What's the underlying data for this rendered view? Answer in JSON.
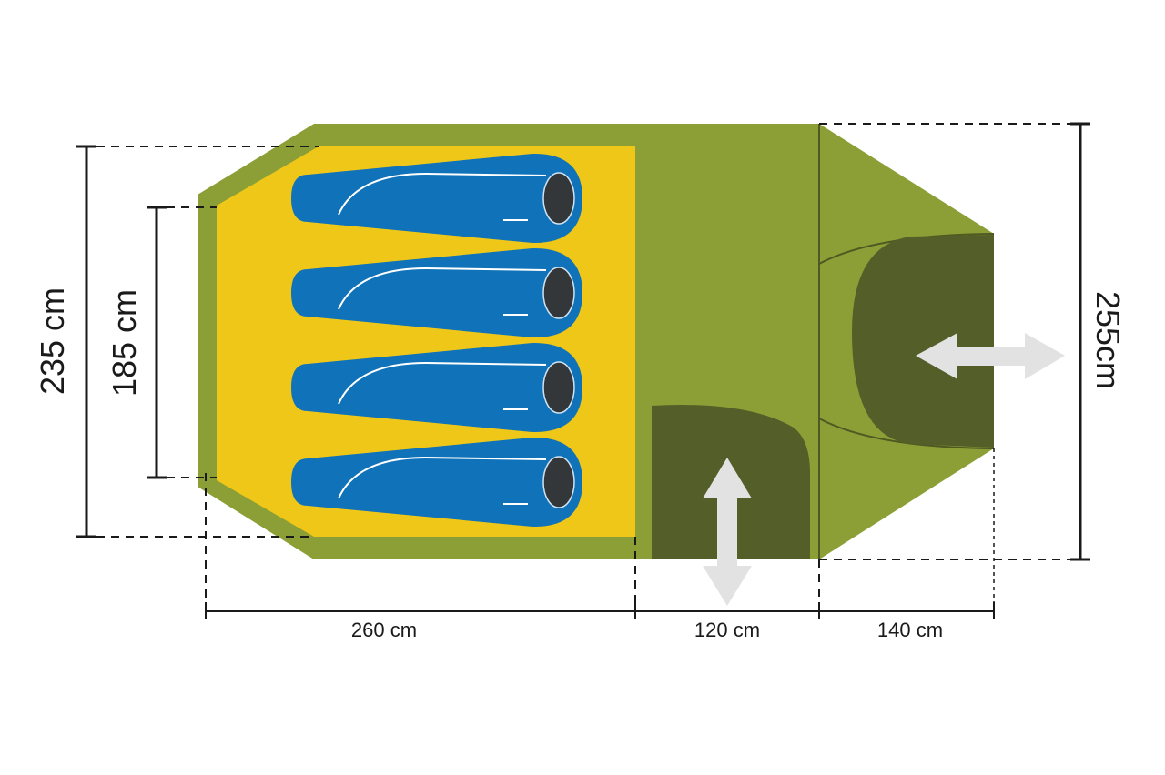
{
  "colors": {
    "tent_green": "#8c9f36",
    "inner_yellow": "#efc718",
    "door_dark": "#545e28",
    "bag_blue": "#1072b8",
    "bag_hood": "#34373a",
    "arrow_grey": "#e2e2e2",
    "line_black": "#1a1a1a"
  },
  "labels": {
    "width_total": "235 cm",
    "width_inner": "185 cm",
    "width_vestibule": "255cm",
    "length_inner": "260 cm",
    "length_middle": "120 cm",
    "length_vestibule": "140 cm"
  },
  "sleeping_bags": 4,
  "icons": {
    "door_arrow_bottom": "double-arrow-vertical-icon",
    "door_arrow_side": "double-arrow-horizontal-icon"
  }
}
